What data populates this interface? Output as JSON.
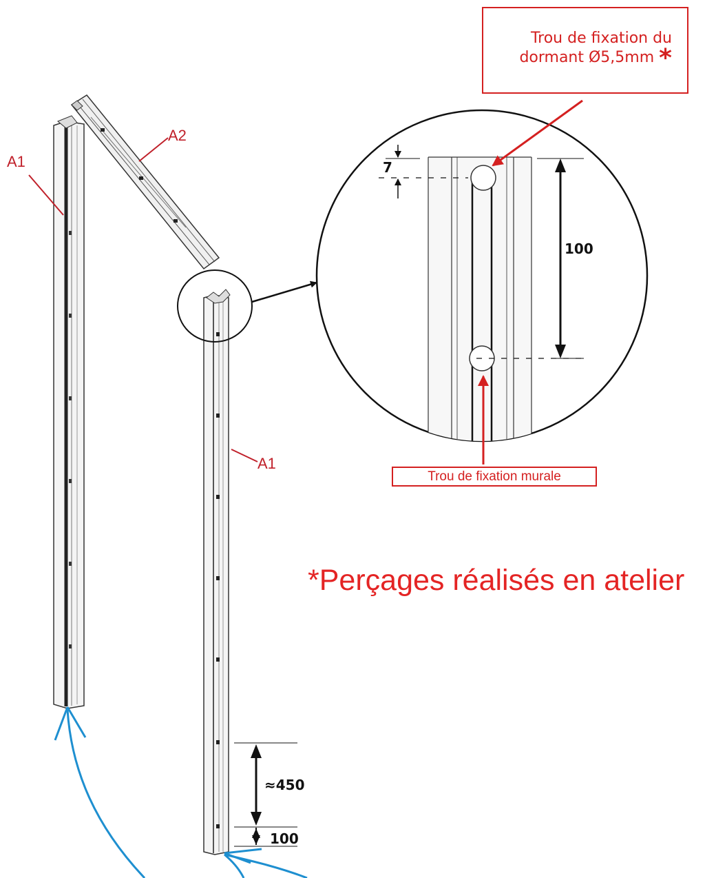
{
  "callouts": {
    "frame_hole_line1": "Trou de fixation du",
    "frame_hole_line2": "dormant Ø5,5mm",
    "frame_hole_star": "*",
    "wall_hole": "Trou de fixation murale"
  },
  "parts": {
    "a1_left": "A1",
    "a2": "A2",
    "a1_right": "A1"
  },
  "dimensions": {
    "detail_offset": "7",
    "detail_spacing": "100",
    "bottom_spacing": "≈450",
    "bottom_offset": "100"
  },
  "note": "*Perçages réalisés en atelier",
  "colors": {
    "callout_red": "#d42020",
    "leader_blue": "#1e8fd0",
    "line_black": "#111111"
  }
}
